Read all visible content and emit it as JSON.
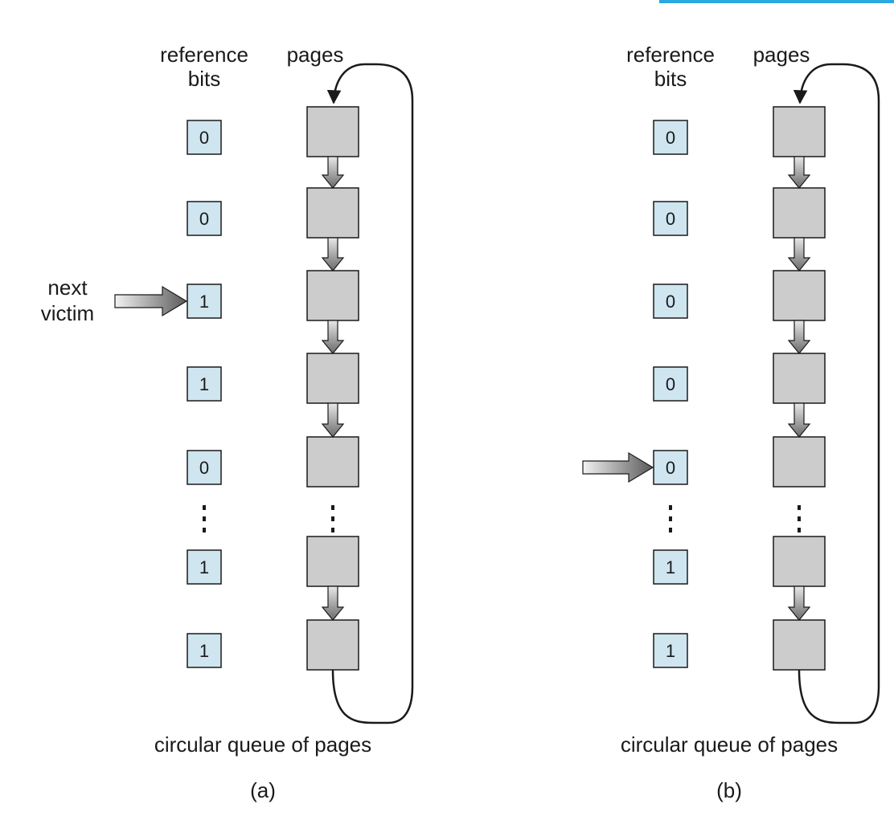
{
  "colors": {
    "bit_fill": "#cfe5ef",
    "page_fill": "#cccccc",
    "line": "#1a1a1a",
    "accent_top": "#2aa8df"
  },
  "labels": {
    "reference_bits": [
      "reference",
      "bits"
    ],
    "pages": "pages",
    "caption": "circular queue of pages",
    "next_victim": [
      "next",
      "victim"
    ]
  },
  "panels": [
    {
      "id": "a",
      "label": "(a)",
      "bits": [
        "0",
        "0",
        "1",
        "1",
        "0",
        "1",
        "1"
      ],
      "pointer_row": 2,
      "pointer_label": true
    },
    {
      "id": "b",
      "label": "(b)",
      "bits": [
        "0",
        "0",
        "0",
        "0",
        "0",
        "1",
        "1"
      ],
      "pointer_row": 4,
      "pointer_label": false
    }
  ],
  "ellipsis_after_row": 4
}
